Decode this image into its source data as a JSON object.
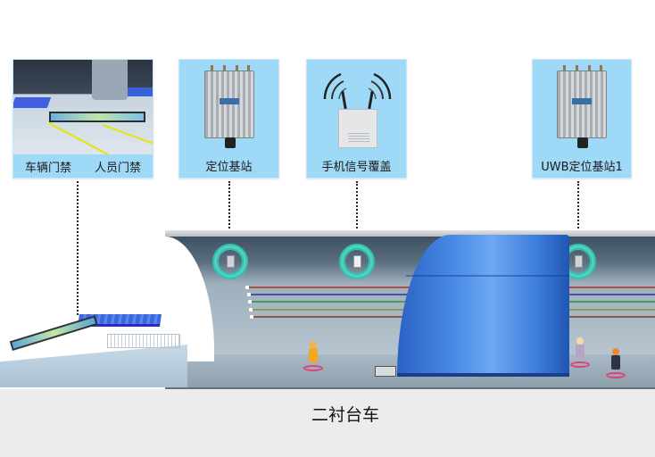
{
  "cards": [
    {
      "id": "access-control",
      "captions": [
        "车辆门禁",
        "人员门禁"
      ]
    },
    {
      "id": "positioning-base-station",
      "caption": "定位基站"
    },
    {
      "id": "mobile-signal-coverage",
      "caption": "手机信号覆盖"
    },
    {
      "id": "uwb-base-station-1",
      "caption": "UWB定位基站1"
    }
  ],
  "tunnel": {
    "pipelines": [
      {
        "color": "#b84a4a"
      },
      {
        "color": "#4a4fb0"
      },
      {
        "color": "#4a9a5a"
      },
      {
        "color": "#8a9a5a"
      },
      {
        "color": "#8a5a4a"
      }
    ],
    "ring_color": "#2dc4b0",
    "trolley_color": "#3f7fde",
    "halo_color": "#e0407a"
  },
  "bottom": {
    "label": "二衬台车"
  }
}
